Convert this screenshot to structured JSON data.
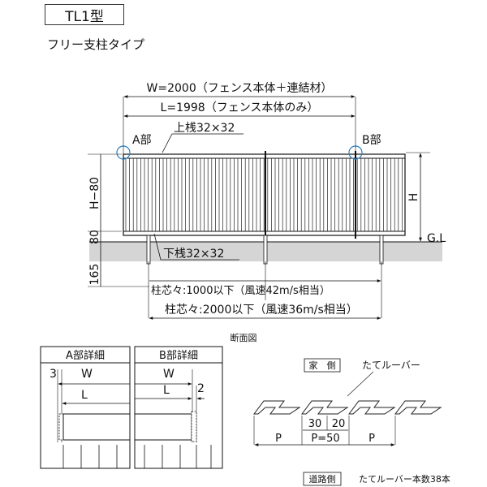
{
  "header": {
    "model": "TL1型",
    "type": "フリー支柱タイプ"
  },
  "main_diagram": {
    "w_label": "W=2000（フェンス本体＋連結材）",
    "l_label": "L=1998（フェンス本体のみ）",
    "part_a": "A部",
    "part_b": "B部",
    "top_rail": "上桟32×32",
    "bottom_rail": "下桟32×32",
    "h_label": "H",
    "h80_label": "H−80",
    "dim_80": "80",
    "dim_165": "165",
    "gl_label": "G.L",
    "pitch_1000": "柱芯々:1000以下（風速42m/s相当）",
    "pitch_2000": "柱芯々:2000以下（風速36m/s相当）",
    "caption": "断面図"
  },
  "detail_a": {
    "title": "A部詳細",
    "dim_3": "3",
    "w": "W",
    "l": "L"
  },
  "detail_b": {
    "title": "B部詳細",
    "w": "W",
    "l": "L",
    "dim_2": "2"
  },
  "section": {
    "house_side": "家　側",
    "road_side": "道路側",
    "louver_label": "たてルーバー",
    "dim_30": "30",
    "dim_20": "20",
    "p": "P",
    "p50": "P=50",
    "louver_count": "たてルーバー本数38本"
  }
}
